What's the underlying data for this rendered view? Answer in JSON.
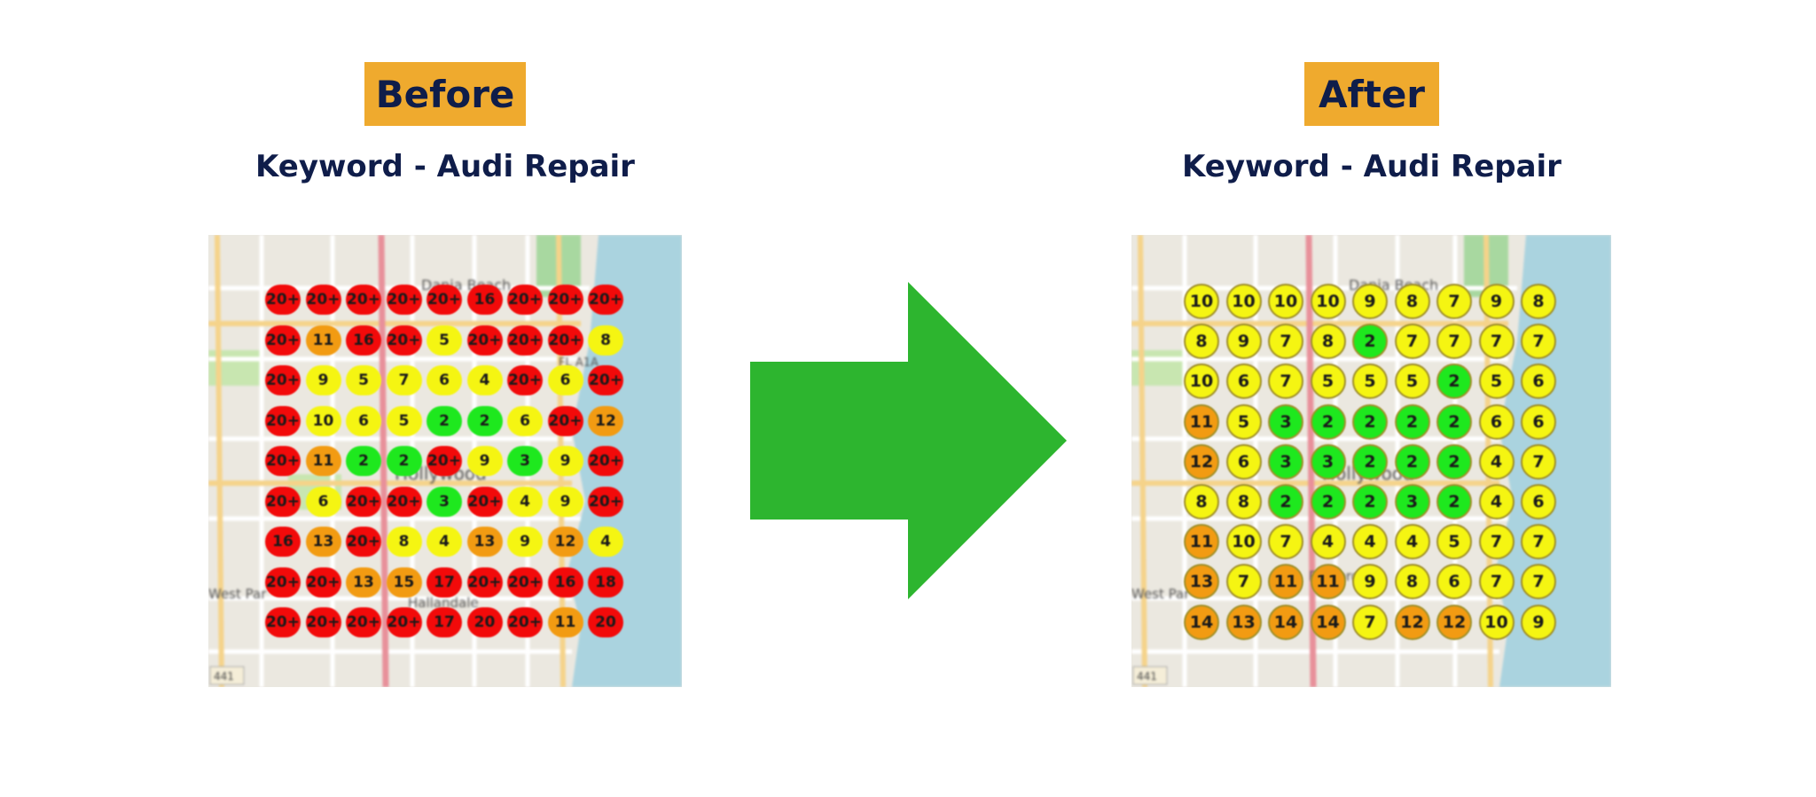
{
  "before": {
    "badge": "Before",
    "subtitle": "Keyword - Audi Repair",
    "map_labels": {
      "north": "Dania Beach",
      "center": "Hollywood",
      "south": "Hallandale",
      "west": "West Par",
      "route": "FL A1A",
      "hwy": "441"
    },
    "grid": [
      [
        "20+",
        "20+",
        "20+",
        "20+",
        "20+",
        "16",
        "20+",
        "20+",
        "20+"
      ],
      [
        "20+",
        "11",
        "16",
        "20+",
        "5",
        "20+",
        "20+",
        "20+",
        "8"
      ],
      [
        "20+",
        "9",
        "5",
        "7",
        "6",
        "4",
        "20+",
        "6",
        "20+"
      ],
      [
        "20+",
        "10",
        "6",
        "5",
        "2",
        "2",
        "6",
        "20+",
        "12"
      ],
      [
        "20+",
        "11",
        "2",
        "2",
        "20+",
        "9",
        "3",
        "9",
        "20+"
      ],
      [
        "20+",
        "6",
        "20+",
        "20+",
        "3",
        "20+",
        "4",
        "9",
        "20+"
      ],
      [
        "16",
        "13",
        "20+",
        "8",
        "4",
        "13",
        "9",
        "12",
        "4"
      ],
      [
        "20+",
        "20+",
        "13",
        "15",
        "17",
        "20+",
        "20+",
        "16",
        "18"
      ],
      [
        "20+",
        "20+",
        "20+",
        "20+",
        "17",
        "20",
        "20+",
        "11",
        "20"
      ]
    ]
  },
  "after": {
    "badge": "After",
    "subtitle": "Keyword - Audi Repair",
    "map_labels": {
      "north": "Dania Beach",
      "center": "Hollywood",
      "south": "Pembroke",
      "west": "West Par",
      "hwy": "441"
    },
    "grid": [
      [
        "10",
        "10",
        "10",
        "10",
        "9",
        "8",
        "7",
        "9",
        "8"
      ],
      [
        "8",
        "9",
        "7",
        "8",
        "2",
        "7",
        "7",
        "7",
        "7"
      ],
      [
        "10",
        "6",
        "7",
        "5",
        "5",
        "5",
        "2",
        "5",
        "6"
      ],
      [
        "11",
        "5",
        "3",
        "2",
        "2",
        "2",
        "2",
        "6",
        "6"
      ],
      [
        "12",
        "6",
        "3",
        "3",
        "2",
        "2",
        "2",
        "4",
        "7"
      ],
      [
        "8",
        "8",
        "2",
        "2",
        "2",
        "3",
        "2",
        "4",
        "6"
      ],
      [
        "11",
        "10",
        "7",
        "4",
        "4",
        "4",
        "5",
        "7",
        "7"
      ],
      [
        "13",
        "7",
        "11",
        "11",
        "9",
        "8",
        "6",
        "7",
        "7"
      ],
      [
        "14",
        "13",
        "14",
        "14",
        "7",
        "12",
        "12",
        "10",
        "9"
      ]
    ]
  },
  "colors": {
    "red": "#f20a0a",
    "orange": "#f29b12",
    "yellow": "#f5f512",
    "green": "#1ee81e",
    "arrow": "#2db52f",
    "badge": "#efaa2e",
    "navy": "#0f1d4a",
    "water": "#aad3df"
  },
  "arrow_icon": "right-arrow-icon"
}
